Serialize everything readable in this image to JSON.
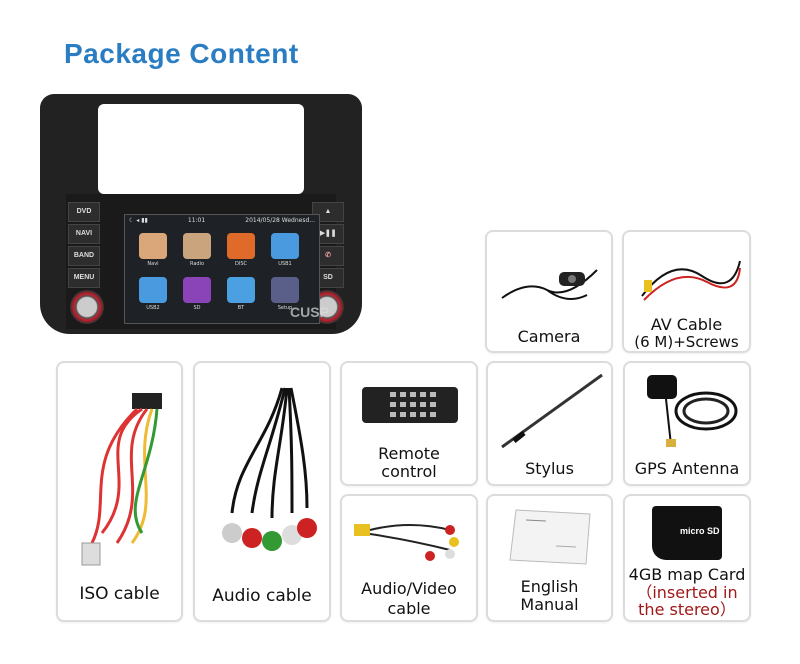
{
  "title": "Package Content",
  "stereo": {
    "left_buttons": [
      "DVD",
      "NAVI",
      "BAND",
      "MENU"
    ],
    "right_buttons": [
      "▲",
      "▶❚❚",
      "✆",
      "SD"
    ],
    "status_time": "11:01",
    "status_date": "2014/05/28 Wednesd...",
    "apps": [
      {
        "label": "Navi",
        "color": "#d9a77a"
      },
      {
        "label": "Radio",
        "color": "#c9a47c"
      },
      {
        "label": "DISC",
        "color": "#e06a2a"
      },
      {
        "label": "USB1",
        "color": "#4a9ae0"
      },
      {
        "label": "USB2",
        "color": "#4a9ae0"
      },
      {
        "label": "SD",
        "color": "#8a44b8"
      },
      {
        "label": "BT",
        "color": "#4aa0e0"
      },
      {
        "label": "Setup",
        "color": "#5a5f8a"
      }
    ],
    "watermark": "CUSP"
  },
  "items": {
    "camera": "Camera",
    "av_cable_1": "AV Cable",
    "av_cable_2": "(6 M)+Screws",
    "iso": "ISO cable",
    "audio": "Audio cable",
    "remote_1": "Remote",
    "remote_2": "control",
    "stylus": "Stylus",
    "gps": "GPS Antenna",
    "avv_1": "Audio/Video",
    "avv_2": "cable",
    "manual_1": "English",
    "manual_2": "Manual",
    "card_1": "4GB map Card",
    "card_2": "（inserted in",
    "card_3": "the stereo）",
    "card_logo": "micro SD"
  }
}
